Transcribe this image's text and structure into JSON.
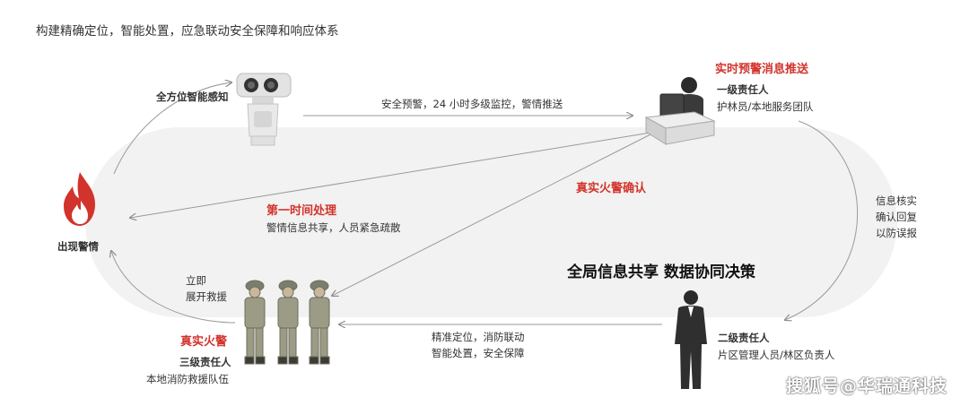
{
  "headline": "构建精确定位，智能处置，应急联动安全保障和响应体系",
  "nodes": {
    "camera": {
      "label": "全方位智能感知"
    },
    "fire": {
      "label": "出现警情"
    },
    "monitor": {
      "red_title": "实时预警消息推送",
      "role": "一级责任人",
      "desc": "护林员/本地服务团队"
    },
    "manager": {
      "role": "二级责任人",
      "desc": "片区管理人员/林区负责人"
    },
    "team": {
      "red_title": "真实火警",
      "role": "三级责任人",
      "desc": "本地消防救援队伍"
    }
  },
  "flows": {
    "camera_to_monitor": "安全预警，24 小时多级监控，警情推送",
    "monitor_to_fire_title": "第一时间处理",
    "monitor_to_fire_desc": "警情信息共享，人员紧急疏散",
    "monitor_to_team": "真实火警确认",
    "monitor_to_manager_lines": [
      "信息核实",
      "确认回复",
      "以防误报"
    ],
    "manager_to_team_lines": [
      "精准定位，消防联动",
      "智能处置，安全保障"
    ],
    "team_to_fire_lines": [
      "立即",
      "展开救援"
    ]
  },
  "center_text": "全局信息共享   数据协同决策",
  "watermark": "搜狐号@华瑞通科技",
  "colors": {
    "accent_red": "#d2332c",
    "panel": "#f1f2f1",
    "line": "#9a9a9a"
  },
  "icons": {
    "camera": "thermal-camera-icon",
    "fire": "flame-icon",
    "monitor": "operator-desk-icon",
    "manager": "suited-man-icon",
    "team": "firefighters-icon"
  }
}
